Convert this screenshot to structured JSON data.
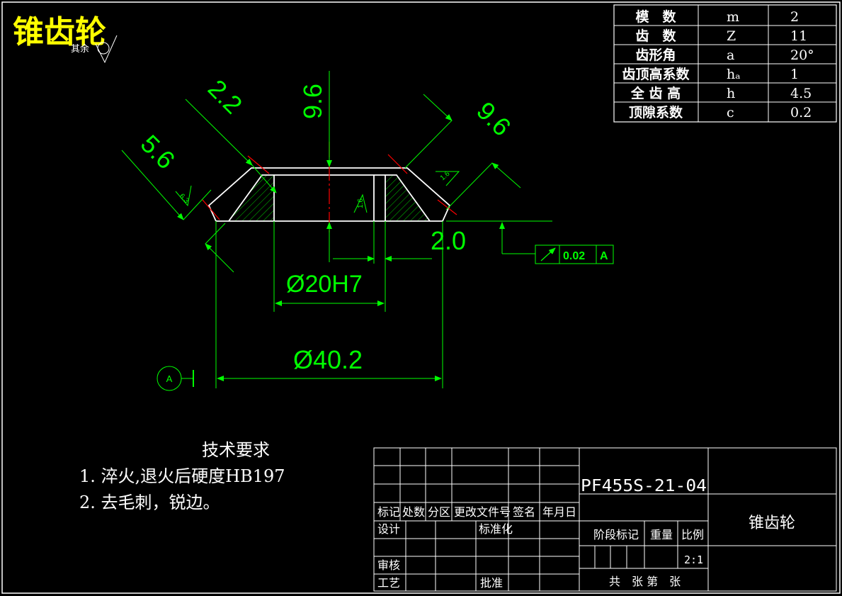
{
  "title": "锥齿轮",
  "surface_note": "其余",
  "params": [
    {
      "name": "模　数",
      "symbol": "m",
      "value": "2"
    },
    {
      "name": "齿　数",
      "symbol": "Z",
      "value": "11"
    },
    {
      "name": "齿形角",
      "symbol": "a",
      "value": "20°"
    },
    {
      "name": "齿顶高系数",
      "symbol": "hₐ",
      "value": "1"
    },
    {
      "name": "全 齿 高",
      "symbol": "h",
      "value": "4.5"
    },
    {
      "name": "顶隙系数",
      "symbol": "c",
      "value": "0.2"
    }
  ],
  "dimensions": {
    "d_22": "2.2",
    "d_96_top": "9.6",
    "d_96_right": "9.6",
    "d_56": "5.6",
    "d_20": "2.0",
    "bore": "Ø20H7",
    "outer": "Ø40.2",
    "rough_left": "6.3",
    "rough_right": "1.6",
    "rough_bore": "1.6"
  },
  "tolerance": {
    "value": "0.02",
    "datum": "A"
  },
  "datum_label": "A",
  "tech": {
    "heading": "技术要求",
    "items": [
      "1. 淬火,退火后硬度HB197",
      "2. 去毛刺，锐边。"
    ]
  },
  "title_block": {
    "drawing_no": "PF455S-21-04",
    "part_name": "锥齿轮",
    "h_mark": "标记",
    "h_count": "处数",
    "h_zone": "分区",
    "h_doc": "更改文件号",
    "h_sign": "签名",
    "h_date": "年月日",
    "design": "设计",
    "standard": "标准化",
    "review": "审核",
    "process": "工艺",
    "approve": "批准",
    "stage": "阶段标记",
    "weight": "重量",
    "scale_label": "比例",
    "scale": "2:1",
    "sheet": "共　张 第　张"
  },
  "colors": {
    "line": "#00ff00",
    "text": "#ffffff",
    "title": "#ffff00",
    "center": "#ff0000",
    "frame": "#ffffff"
  }
}
